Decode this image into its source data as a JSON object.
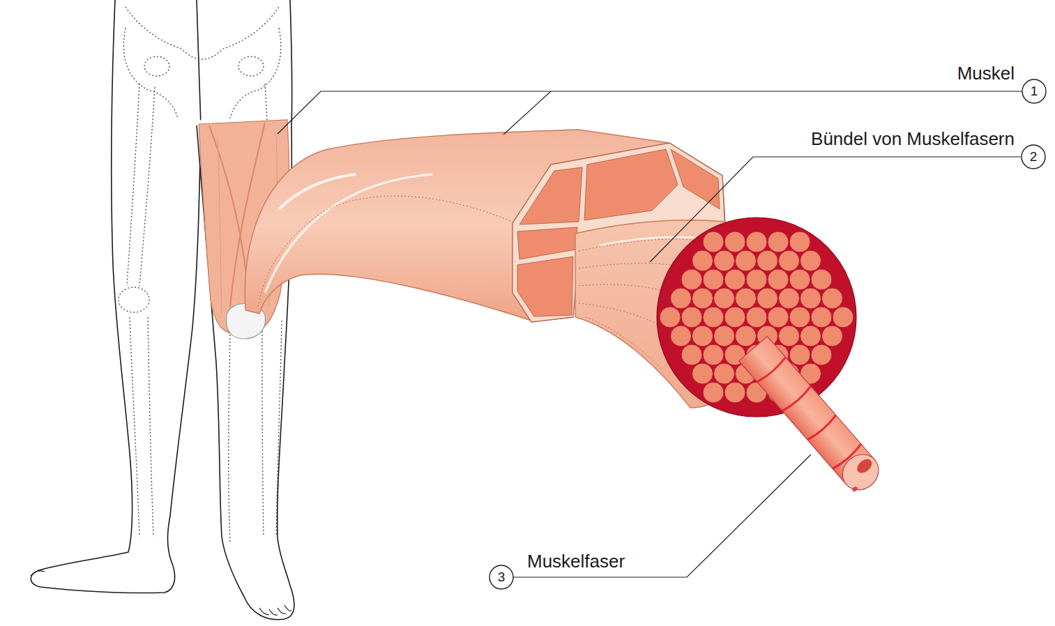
{
  "diagram": {
    "labels": [
      "Muskel",
      "1",
      "Bündel von Muskelfasern",
      "2",
      "Muskelfaser",
      "3"
    ]
  }
}
